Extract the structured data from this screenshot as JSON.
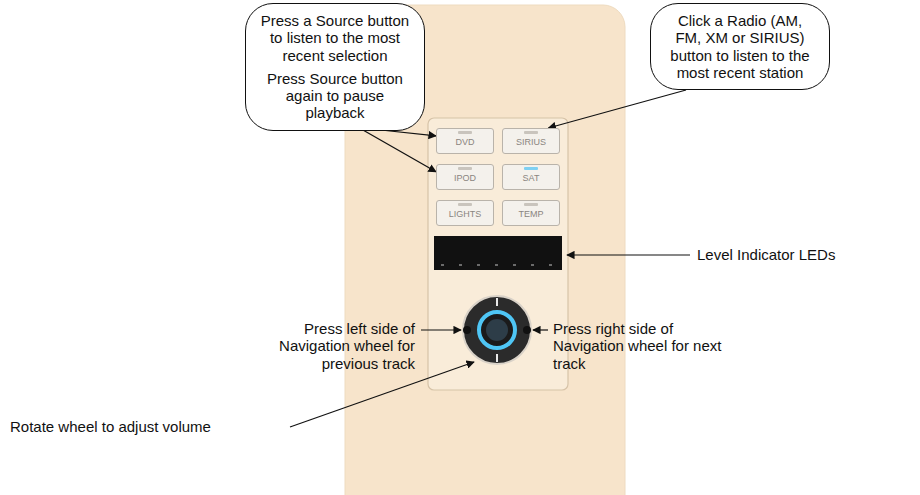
{
  "diagram": {
    "nodes": [
      {
        "text": [
          "Press a Source button to listen to the most recent selection",
          "Press Source button again to pause playback"
        ]
      },
      {
        "text": [
          "Click a Radio (AM, FM, XM or SIRIUS) button to listen to the most recent station"
        ]
      },
      {
        "text": [
          "DVD"
        ]
      },
      {
        "text": [
          "SIRIUS"
        ]
      },
      {
        "text": [
          "IPOD"
        ]
      },
      {
        "text": [
          "SAT"
        ]
      },
      {
        "text": [
          "LIGHTS"
        ]
      },
      {
        "text": [
          "TEMP"
        ]
      }
    ],
    "edges": [
      {
        "from": 0,
        "to": 2,
        "arrow": "to"
      },
      {
        "from": 0,
        "to": 4,
        "arrow": "to"
      },
      {
        "from": 1,
        "to": 3,
        "arrow": "to"
      }
    ],
    "labels": [
      "Level Indicator LEDs",
      "Press left side of Navigation wheel for previous track",
      "Press right side of Navigation wheel for next track",
      "Rotate wheel to adjust volume"
    ]
  }
}
